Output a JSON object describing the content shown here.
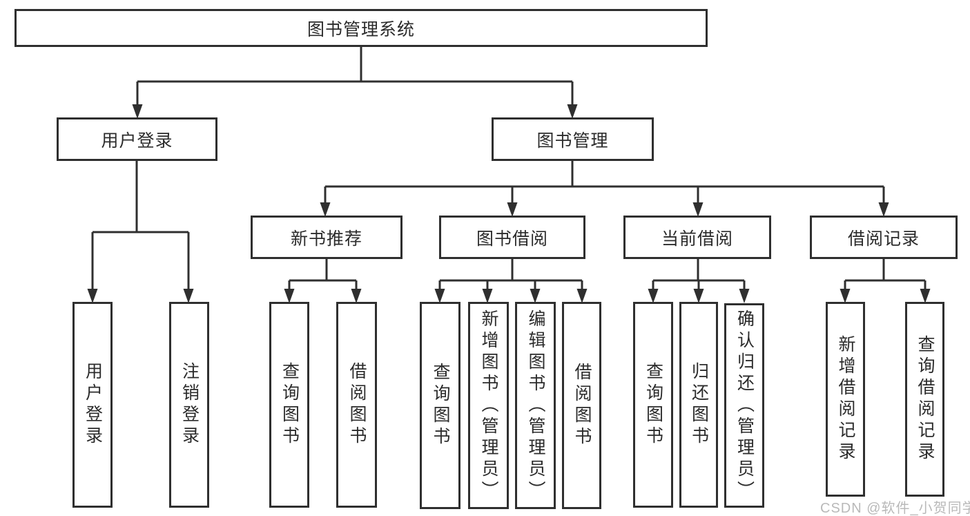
{
  "diagram": {
    "root": {
      "label": "图书管理系统"
    },
    "branches": [
      {
        "label": "用户登录",
        "children": [
          {
            "label": "用户登录"
          },
          {
            "label": "注销登录"
          }
        ]
      },
      {
        "label": "图书管理",
        "groups": [
          {
            "label": "新书推荐",
            "children": [
              {
                "label": "查询图书"
              },
              {
                "label": "借阅图书"
              }
            ]
          },
          {
            "label": "图书借阅",
            "children": [
              {
                "label": "查询图书"
              },
              {
                "label": "新增图书（管理员）"
              },
              {
                "label": "编辑图书（管理员）"
              },
              {
                "label": "借阅图书"
              }
            ]
          },
          {
            "label": "当前借阅",
            "children": [
              {
                "label": "查询图书"
              },
              {
                "label": "归还图书"
              },
              {
                "label": "确认归还（管理员）"
              }
            ]
          },
          {
            "label": "借阅记录",
            "children": [
              {
                "label": "新增借阅记录"
              },
              {
                "label": "查询借阅记录"
              }
            ]
          }
        ]
      }
    ]
  },
  "watermark": {
    "text": "CSDN @软件_小贺同学"
  },
  "colors": {
    "line": "#2f2f2f",
    "box_border": "#2f2f2f",
    "text": "#2b2b2b",
    "watermark": "#b9b9b9",
    "background": "#ffffff"
  }
}
